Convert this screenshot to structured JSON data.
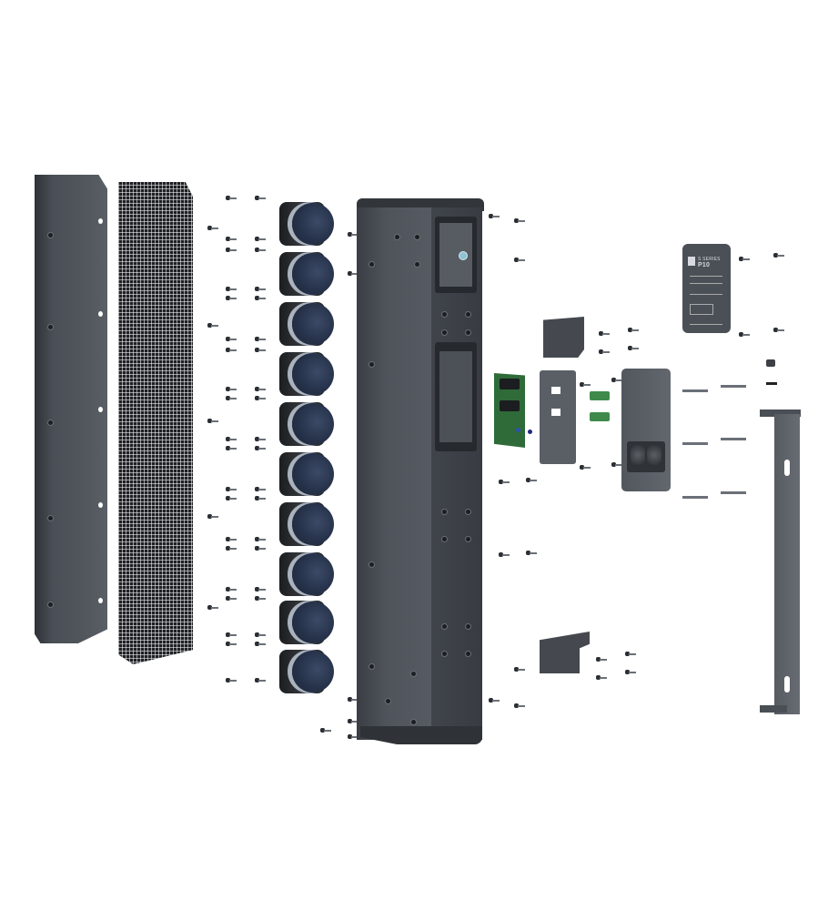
{
  "scene": {
    "type": "exploded-view product render",
    "subject": "column loudspeaker assembly",
    "background": "#ffffff",
    "colors": {
      "housing": "#474c53",
      "grille": "#2a2c30",
      "driver_cap": "#26324a",
      "pcb": "#2f6b38",
      "terminal_block": "#3f8a4a",
      "bracket": "#555a61"
    }
  },
  "label_plate": {
    "series": "S SERIES",
    "model": "P10"
  },
  "parts": [
    {
      "name": "front-cover"
    },
    {
      "name": "perforated-grille"
    },
    {
      "name": "driver-array",
      "count": 10
    },
    {
      "name": "enclosure"
    },
    {
      "name": "input-pcb"
    },
    {
      "name": "pcb-mounting-plate"
    },
    {
      "name": "terminal-blocks",
      "count": 2
    },
    {
      "name": "connection-panel-with-cable-glands"
    },
    {
      "name": "label-plate"
    },
    {
      "name": "upper-angle-bracket"
    },
    {
      "name": "lower-angle-bracket"
    },
    {
      "name": "wall-mount-rail"
    }
  ]
}
